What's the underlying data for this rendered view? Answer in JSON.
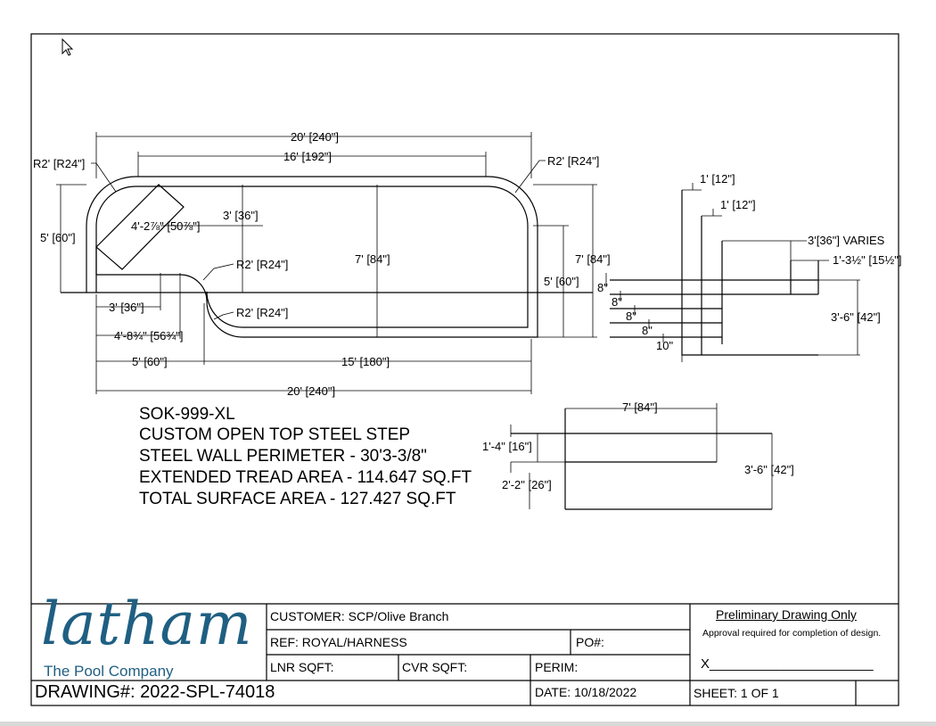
{
  "drawing": {
    "dims": {
      "top_overall": "20' [240\"]",
      "top_inner": "16' [192\"]",
      "radius_top_left": "R2' [R24\"]",
      "radius_top_right": "R2' [R24\"]",
      "left_height": "5' [60\"]",
      "diag_len": "4'-2⅞\" [50⅞\"]",
      "seat_depth": "3' [36\"]",
      "radius_inner_1": "R2' [R24\"]",
      "radius_inner_2": "R2' [R24\"]",
      "center_height": "7' [84\"]",
      "right_inner_height": "5' [60\"]",
      "right_outer_height": "7' [84\"]",
      "bottom_seat": "3' [36\"]",
      "bottom_step": "4'-8¾\" [56¾\"]",
      "bottom_left": "5' [60\"]",
      "bottom_right": "15' [180\"]",
      "bottom_overall": "20' [240\"]"
    },
    "profile": {
      "top_1": "1' [12\"]",
      "top_2": "1' [12\"]",
      "varies": "3'[36\"] VARIES",
      "offset": "1'-3½\" [15½\"]",
      "rise_1": "8\"",
      "rise_2": "8\"",
      "rise_3": "8\"",
      "rise_4": "8\"",
      "rise_5": "10\"",
      "total": "3'-6\" [42\"]"
    },
    "wall": {
      "width": "7' [84\"]",
      "upper": "1'-4\" [16\"]",
      "lower": "2'-2\" [26\"]",
      "total": "3'-6\" [42\"]"
    },
    "notes": [
      "SOK-999-XL",
      "CUSTOM OPEN TOP STEEL STEP",
      "STEEL WALL PERIMETER - 30'3-3/8\"",
      "EXTENDED TREAD AREA - 114.647 SQ.FT",
      "TOTAL SURFACE AREA - 127.427 SQ.FT"
    ]
  },
  "title_block": {
    "brand": "latham",
    "tagline": "The Pool Company",
    "customer": "CUSTOMER:  SCP/Olive Branch",
    "ref": "REF:  ROYAL/HARNESS",
    "po": "PO#:",
    "lnr": "LNR SQFT:",
    "cvr": "CVR SQFT:",
    "perim": "PERIM:",
    "preliminary": "Preliminary Drawing Only",
    "approval": "Approval required for completion of design.",
    "signature": "X______________________",
    "drawing_no": "DRAWING#:  2022-SPL-74018",
    "date": "DATE: 10/18/2022",
    "sheet": "SHEET:  1   OF  1"
  },
  "colors": {
    "brand": "#1f5f82",
    "line": "#000000"
  }
}
